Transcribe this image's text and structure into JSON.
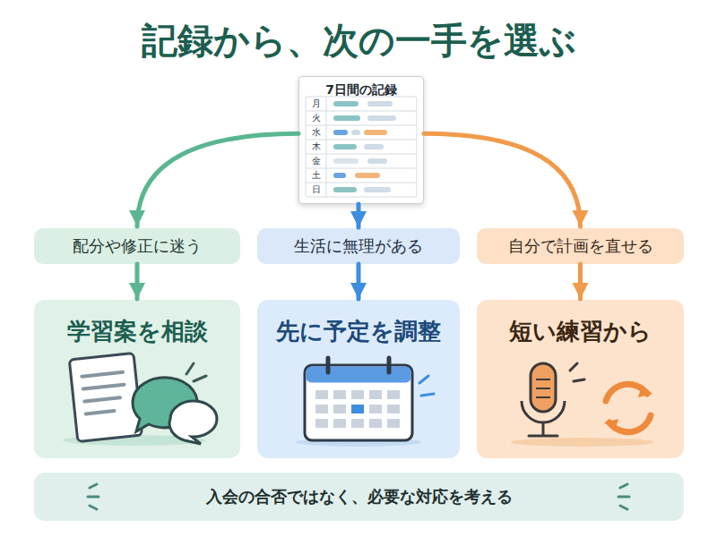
{
  "diagram": {
    "title": "記録から、次の一手を選ぶ",
    "nodes": [
      {
        "text": [
          "7日間の記録"
        ]
      },
      {
        "text": [
          "配分や修正に迷う"
        ]
      },
      {
        "text": [
          "生活に無理がある"
        ]
      },
      {
        "text": [
          "自分で計画を直せる"
        ]
      },
      {
        "text": [
          "学習案を相談"
        ]
      },
      {
        "text": [
          "先に予定を調整"
        ]
      },
      {
        "text": [
          "短い練習から"
        ]
      },
      {
        "text": [
          "入会の合否ではなく、必要な対応を考える"
        ]
      }
    ],
    "edges": [
      {
        "from": 0,
        "to": 1,
        "arrow": "to"
      },
      {
        "from": 0,
        "to": 2,
        "arrow": "to"
      },
      {
        "from": 0,
        "to": 3,
        "arrow": "to"
      },
      {
        "from": 1,
        "to": 4,
        "arrow": "to"
      },
      {
        "from": 2,
        "to": 5,
        "arrow": "to"
      },
      {
        "from": 3,
        "to": 6,
        "arrow": "to"
      }
    ],
    "labels": [
      "月",
      "火",
      "水",
      "木",
      "金",
      "土",
      "日"
    ]
  }
}
